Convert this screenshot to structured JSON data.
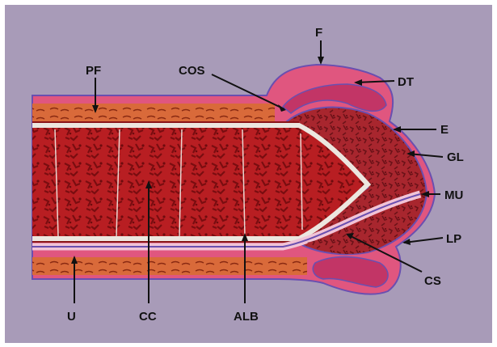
{
  "colors": {
    "frame": "#ffffff",
    "background": "#a89bb8",
    "corpus_tissue": "#b81e22",
    "corpus_dark": "#7a0d10",
    "albuginea": "#ece6df",
    "fascia": "#d96a3a",
    "skin": "#e0567f",
    "epithelium": "#6a4fb0",
    "glans": "#a8262e",
    "lamina_propria": "#d9407a"
  },
  "labels": {
    "F": "F",
    "PF": "PF",
    "COS": "COS",
    "DT": "DT",
    "E": "E",
    "GL": "GL",
    "MU": "MU",
    "LP": "LP",
    "CS": "CS",
    "U": "U",
    "CC": "CC",
    "ALB": "ALB"
  }
}
